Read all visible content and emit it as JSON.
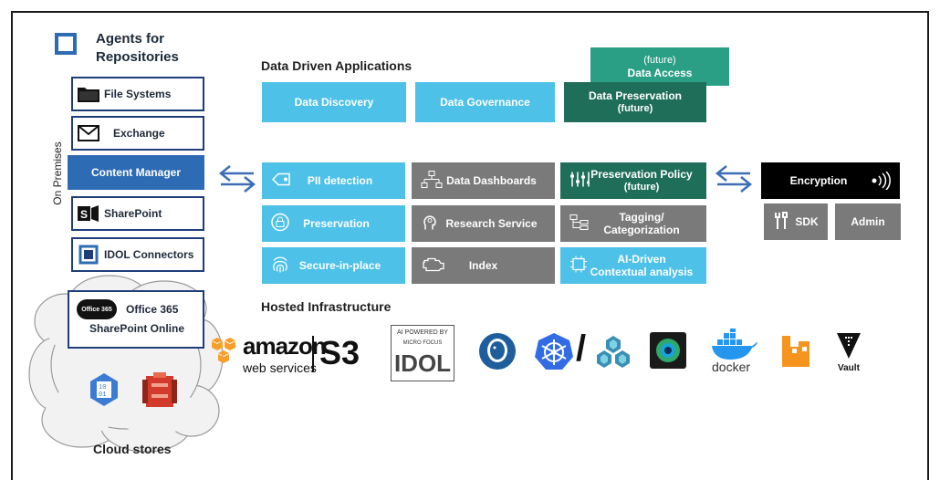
{
  "agents": {
    "title_line1": "Agents for",
    "title_line2": "Repositories",
    "side_label": "On Premises",
    "items": [
      "File Systems",
      "Exchange",
      "Content Manager",
      "SharePoint",
      "IDOL Connectors"
    ]
  },
  "cloud": {
    "office_badge": "Office 365",
    "office_line1": "Office 365",
    "office_line2": "SharePoint Online",
    "caption": "Cloud stores"
  },
  "apps": {
    "heading": "Data Driven Applications",
    "discovery": "Data Discovery",
    "governance": "Data Governance",
    "preservation_line1": "Data Preservation",
    "preservation_line2": "(future)",
    "access_line1": "(future)",
    "access_line2": "Data Access"
  },
  "services": {
    "pii": "PII detection",
    "dashboards": "Data Dashboards",
    "policy_line1": "Preservation Policy",
    "policy_line2": "(future)",
    "preservation": "Preservation",
    "research": "Research Service",
    "tagging_line1": "Tagging/",
    "tagging_line2": "Categorization",
    "secure": "Secure-in-place",
    "index": "Index",
    "ai_line1": "AI-Driven",
    "ai_line2": "Contextual analysis"
  },
  "right": {
    "encryption": "Encryption",
    "sdk": "SDK",
    "admin": "Admin"
  },
  "infra": {
    "heading": "Hosted Infrastructure",
    "amazon": "amazon",
    "webservices": "web services",
    "s3": "S3",
    "ai_powered": "AI POWERED BY",
    "micro_focus": "MICRO FOCUS",
    "idol": "IDOL",
    "docker": "docker",
    "vault": "Vault"
  },
  "colors": {
    "cyan": "#4dc1e8",
    "grey": "#7a7a7a",
    "green": "#1f6e5a",
    "teal": "#2b9e86",
    "blue": "#2e6bb5",
    "navy": "#1f3d7a"
  }
}
